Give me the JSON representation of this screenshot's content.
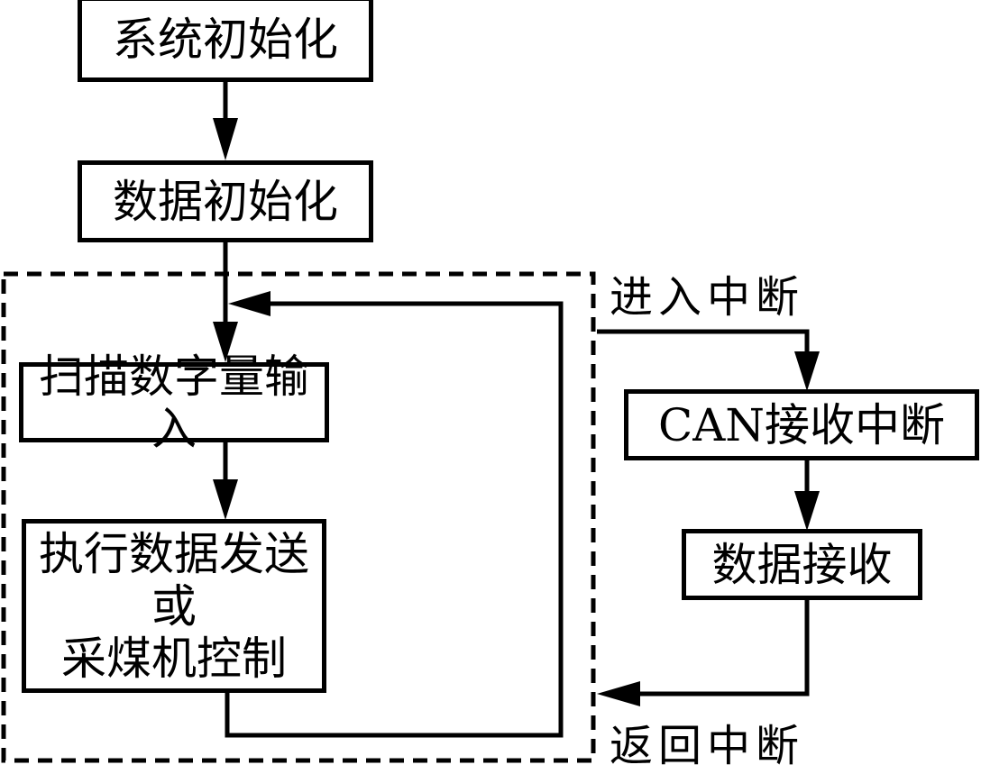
{
  "diagram": {
    "type": "flowchart",
    "main_flow": {
      "system_init": "系统初始化",
      "data_init": "数据初始化",
      "scan_input": "扫描数字量输入",
      "execute_line1": "执行数据发送或",
      "execute_line2": "采煤机控制"
    },
    "interrupt_flow": {
      "enter_label": "进入中断",
      "can_receive": "CAN接收中断",
      "data_receive": "数据接收",
      "return_label": "返回中断"
    },
    "colors": {
      "stroke": "#000000",
      "background": "#ffffff"
    }
  }
}
